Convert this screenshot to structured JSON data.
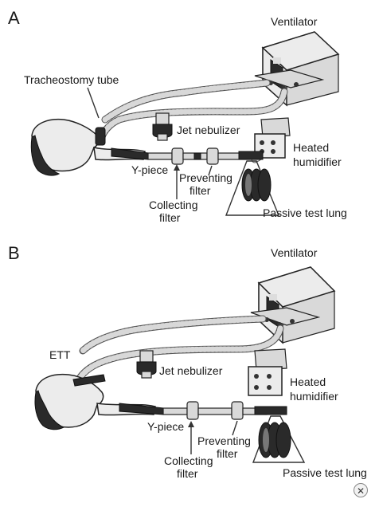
{
  "panels": {
    "a": {
      "letter": "A",
      "labels": {
        "ventilator": "Ventilator",
        "airway": "Tracheostomy tube",
        "jet_nebulizer": "Jet nebulizer",
        "heated_humidifier_1": "Heated",
        "heated_humidifier_2": "humidifier",
        "y_piece": "Y-piece",
        "preventing_filter_1": "Preventing",
        "preventing_filter_2": "filter",
        "collecting_filter_1": "Collecting",
        "collecting_filter_2": "filter",
        "passive_test_lung": "Passive test lung"
      }
    },
    "b": {
      "letter": "B",
      "labels": {
        "ventilator": "Ventilator",
        "airway": "ETT",
        "jet_nebulizer": "Jet nebulizer",
        "heated_humidifier_1": "Heated",
        "heated_humidifier_2": "humidifier",
        "y_piece": "Y-piece",
        "preventing_filter_1": "Preventing",
        "preventing_filter_2": "filter",
        "collecting_filter_1": "Collecting",
        "collecting_filter_2": "filter",
        "passive_test_lung": "Passive test lung"
      }
    }
  },
  "close_icon": "close-icon",
  "close_glyph": "✕"
}
